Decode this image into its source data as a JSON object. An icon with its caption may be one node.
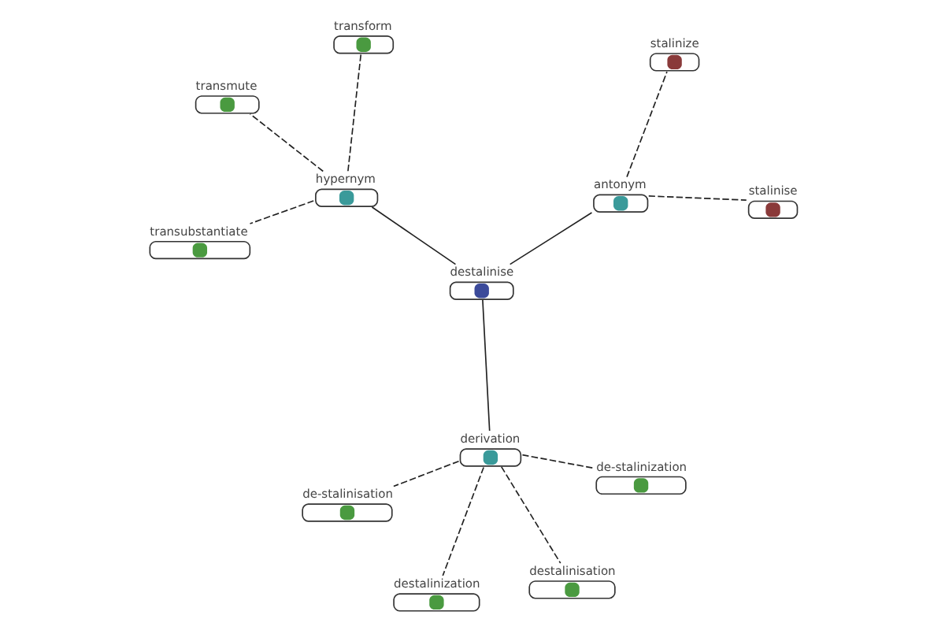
{
  "diagram": {
    "nodes": [
      {
        "text": [
          "destalinise"
        ]
      },
      {
        "text": [
          "antonym"
        ]
      },
      {
        "text": [
          "stalinise"
        ]
      },
      {
        "text": [
          "stalinize"
        ]
      },
      {
        "text": [
          "hypernym"
        ]
      },
      {
        "text": [
          "transmute"
        ]
      },
      {
        "text": [
          "transubstantiate"
        ]
      },
      {
        "text": [
          "transform"
        ]
      },
      {
        "text": [
          "derivation"
        ]
      },
      {
        "text": [
          "destalinisation"
        ]
      },
      {
        "text": [
          "destalinization"
        ]
      },
      {
        "text": [
          "de-stalinisation"
        ]
      },
      {
        "text": [
          "de-stalinization"
        ]
      }
    ],
    "edges": [
      {
        "from": 0,
        "to": 1,
        "arrow": "none"
      },
      {
        "from": 1,
        "to": 2,
        "arrow": "none",
        "style": "dashed"
      },
      {
        "from": 1,
        "to": 3,
        "arrow": "none",
        "style": "dashed"
      },
      {
        "from": 0,
        "to": 4,
        "arrow": "none"
      },
      {
        "from": 4,
        "to": 5,
        "arrow": "none",
        "style": "dashed"
      },
      {
        "from": 4,
        "to": 6,
        "arrow": "none",
        "style": "dashed"
      },
      {
        "from": 4,
        "to": 7,
        "arrow": "none",
        "style": "dashed"
      },
      {
        "from": 0,
        "to": 8,
        "arrow": "none"
      },
      {
        "from": 8,
        "to": 9,
        "arrow": "none",
        "style": "dashed"
      },
      {
        "from": 8,
        "to": 10,
        "arrow": "none",
        "style": "dashed"
      },
      {
        "from": 8,
        "to": 11,
        "arrow": "none",
        "style": "dashed"
      },
      {
        "from": 8,
        "to": 12,
        "arrow": "none",
        "style": "dashed"
      }
    ]
  }
}
